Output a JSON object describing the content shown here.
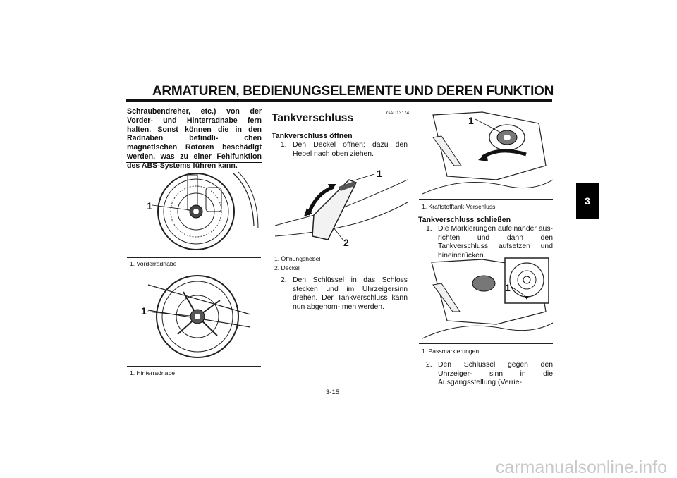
{
  "header": {
    "title": "ARMATUREN, BEDIENUNGSELEMENTE UND DEREN FUNKTION",
    "chapter": "3"
  },
  "col1": {
    "warning": "Schraubendreher, etc.) von der Vorder- und Hinterradnabe fern halten. Sonst können die in den Radnaben befindli- chen magnetischen Rotoren beschädigt werden, was zu einer Fehlfunktion des ABS-Systems führen kann.",
    "fig1": {
      "label": "1",
      "caption": "1. Vorderradnabe"
    },
    "fig2": {
      "label": "1",
      "caption": "1. Hinterradnabe"
    }
  },
  "col2": {
    "code": "GAU13174",
    "title": "Tankverschluss",
    "subhead_open": "Tankverschluss öffnen",
    "step1_num": "1.",
    "step1": "Den Deckel öffnen; dazu den Hebel nach oben ziehen.",
    "fig": {
      "label1": "1",
      "label2": "2",
      "caption1": "1. Öffnungshebel",
      "caption2": "2. Deckel"
    },
    "step2_num": "2.",
    "step2": "Den Schlüssel in das Schloss stecken und im Uhrzeigersinn drehen. Der Tankverschluss kann nun abgenom- men werden."
  },
  "col3": {
    "fig1": {
      "label": "1",
      "caption": "1. Kraftstofftank-Verschluss"
    },
    "subhead_close": "Tankverschluss schließen",
    "step1_num": "1.",
    "step1": "Die Markierungen aufeinander aus- richten und dann den Tankverschluss aufsetzen und hineindrücken.",
    "fig2": {
      "label": "1",
      "caption": "1. Passmarkierungen"
    },
    "step2_num": "2.",
    "step2": "Den Schlüssel gegen den Uhrzeiger- sinn in die Ausgangsstellung (Verrie-"
  },
  "footer": {
    "page": "3-15",
    "watermark": "carmanualsonline.info"
  }
}
